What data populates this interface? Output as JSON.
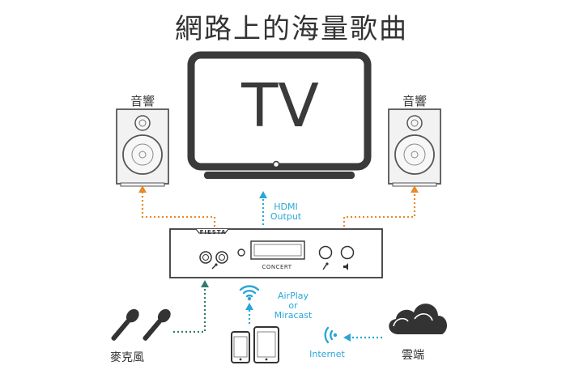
{
  "title": "網路上的海量歌曲",
  "speakers": {
    "left_label": "音響",
    "right_label": "音響"
  },
  "tv": {
    "label": "TV"
  },
  "hdmi": {
    "line1": "HDMI",
    "line2": "Output"
  },
  "device": {
    "brand": "FIESTA",
    "model": "CONCERT"
  },
  "airplay": {
    "line1": "AirPlay",
    "line2": "or",
    "line3": "Miracast"
  },
  "internet": {
    "label": "Internet"
  },
  "cloud": {
    "label": "雲端"
  },
  "microphones": {
    "label": "麥克風"
  },
  "colors": {
    "orange_arrow": "#e8892c",
    "blue_arrow": "#2aa6d6",
    "green_arrow": "#2e7d6b",
    "outline": "#3a3a3a",
    "light_fill": "#f2f2f2"
  }
}
